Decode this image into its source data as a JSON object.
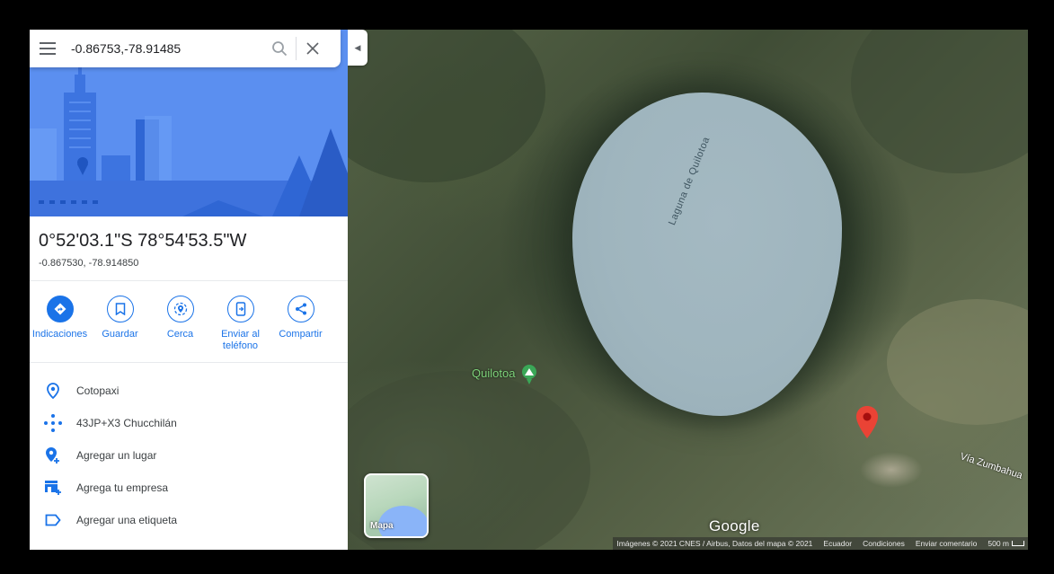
{
  "search": {
    "value": "-0.86753,-78.91485",
    "placeholder": ""
  },
  "place": {
    "title": "0°52'03.1\"S 78°54'53.5\"W",
    "coordinates": "-0.867530, -78.914850"
  },
  "actions": [
    {
      "label": "Indicaciones",
      "icon": "directions-icon"
    },
    {
      "label": "Guardar",
      "icon": "bookmark-icon"
    },
    {
      "label": "Cerca",
      "icon": "nearby-icon"
    },
    {
      "label": "Enviar al\nteléfono",
      "icon": "send-to-phone-icon"
    },
    {
      "label": "Compartir",
      "icon": "share-icon"
    }
  ],
  "info": [
    {
      "text": "Cotopaxi",
      "icon": "location-pin-icon"
    },
    {
      "text": "43JP+X3 Chucchilán",
      "icon": "plus-code-icon"
    },
    {
      "text": "Agregar un lugar",
      "icon": "add-place-icon"
    },
    {
      "text": "Agrega tu empresa",
      "icon": "add-business-icon"
    },
    {
      "text": "Agregar una etiqueta",
      "icon": "label-icon"
    }
  ],
  "map": {
    "lake_label": "Laguna de Quilotoa",
    "peak_label": "Quilotoa",
    "road_label": "Vía Zumbahua",
    "layer_toggle_label": "Mapa",
    "logo": "Google",
    "footer": {
      "imagery": "Imágenes © 2021 CNES / Airbus, Datos del mapa © 2021",
      "country": "Ecuador",
      "terms": "Condiciones",
      "feedback": "Enviar comentario",
      "scale": "500 m"
    }
  },
  "colors": {
    "accent": "#1a73e8",
    "hero": "#4f86ec",
    "pin": "#ea4335",
    "peak": "#3aa757"
  }
}
